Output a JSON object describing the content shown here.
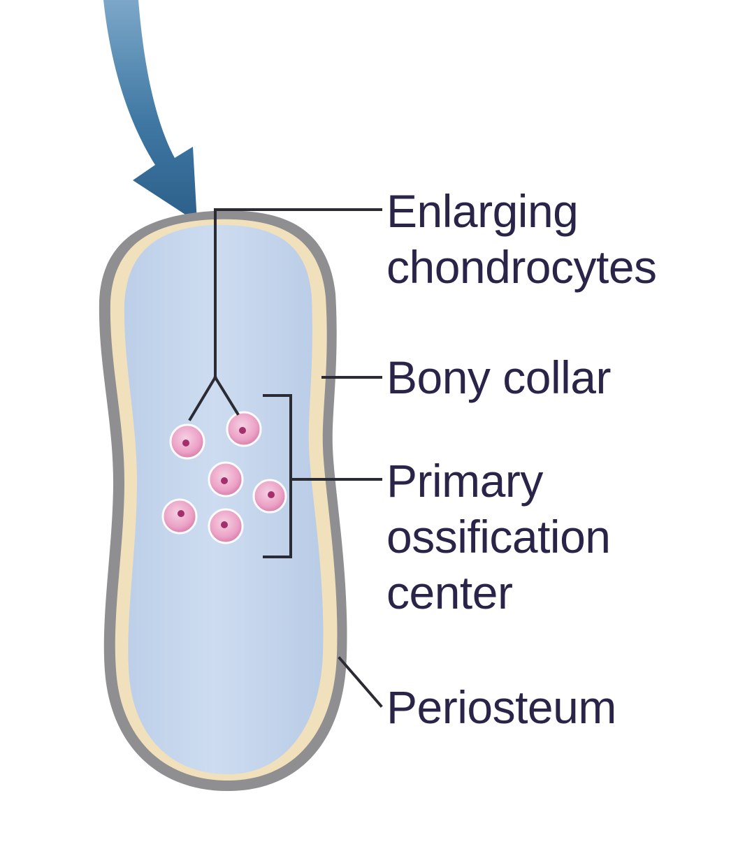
{
  "labels": {
    "enlarging_chondrocytes": [
      "Enlarging",
      "chondrocytes"
    ],
    "bony_collar": [
      "Bony collar"
    ],
    "primary_ossification_center": [
      "Primary",
      "ossification",
      "center"
    ],
    "periosteum": [
      "Periosteum"
    ]
  },
  "colors": {
    "cartilage": "#c5d6ec",
    "bony_collar": "#f1e0bc",
    "periosteum": "#8f8f91",
    "leader_line": "#2b2b33",
    "arrow": "#2c5f8a",
    "chondrocyte": "#ee9fc4",
    "chondrocyte_nucleus": "#a3306b",
    "text": "#2a2448"
  },
  "icons": {
    "arrow": "curved-arrow-icon",
    "chondrocyte": "chondrocyte-cell-icon"
  }
}
